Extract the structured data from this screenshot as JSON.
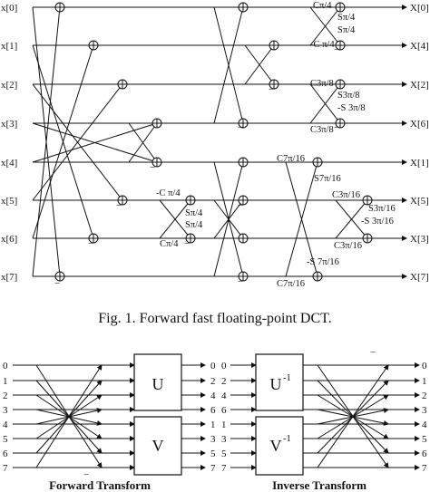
{
  "figure1": {
    "caption": "Fig. 1.    Forward fast floating-point DCT.",
    "inputs": [
      "x[0]",
      "x[1]",
      "x[2]",
      "x[3]",
      "x[4]",
      "x[5]",
      "x[6]",
      "x[7]"
    ],
    "outputs": [
      "X[0]",
      "X[4]",
      "X[2]",
      "X[6]",
      "X[1]",
      "X[5]",
      "X[3]",
      "X[7]"
    ],
    "coefficients": [
      {
        "text": "Cπ/4"
      },
      {
        "text": "Sπ/4"
      },
      {
        "text": "Sπ/4"
      },
      {
        "text": "-C π/4"
      },
      {
        "text": "C3π/8"
      },
      {
        "text": "S3π/8"
      },
      {
        "text": "-S 3π/8"
      },
      {
        "text": "C3π/8"
      },
      {
        "text": "-C π/4"
      },
      {
        "text": "Sπ/4"
      },
      {
        "text": "Sπ/4"
      },
      {
        "text": "Cπ/4"
      },
      {
        "text": "C7π/16"
      },
      {
        "text": "S7π/16"
      },
      {
        "text": "-S 7π/16"
      },
      {
        "text": "C7π/16"
      },
      {
        "text": "C3π/16"
      },
      {
        "text": "S3π/16"
      },
      {
        "text": "-S 3π/16"
      },
      {
        "text": "C3π/16"
      }
    ],
    "minus_sign": "−"
  },
  "figure2": {
    "left_inputs": [
      "0",
      "1",
      "2",
      "3",
      "4",
      "5",
      "6",
      "7"
    ],
    "left_outputs": [
      "0",
      "2",
      "4",
      "6",
      "1",
      "3",
      "5",
      "7"
    ],
    "right_inputs": [
      "0",
      "2",
      "4",
      "6",
      "1",
      "3",
      "5",
      "7"
    ],
    "right_outputs": [
      "0",
      "1",
      "2",
      "3",
      "4",
      "5",
      "6",
      "7"
    ],
    "block_u": "U",
    "block_v": "V",
    "block_u_inv": "U",
    "block_v_inv": "V",
    "inverse_superscript": "-1",
    "minus_sign": "−",
    "forward_label": "Forward Transform",
    "inverse_label": "Inverse Transform"
  }
}
